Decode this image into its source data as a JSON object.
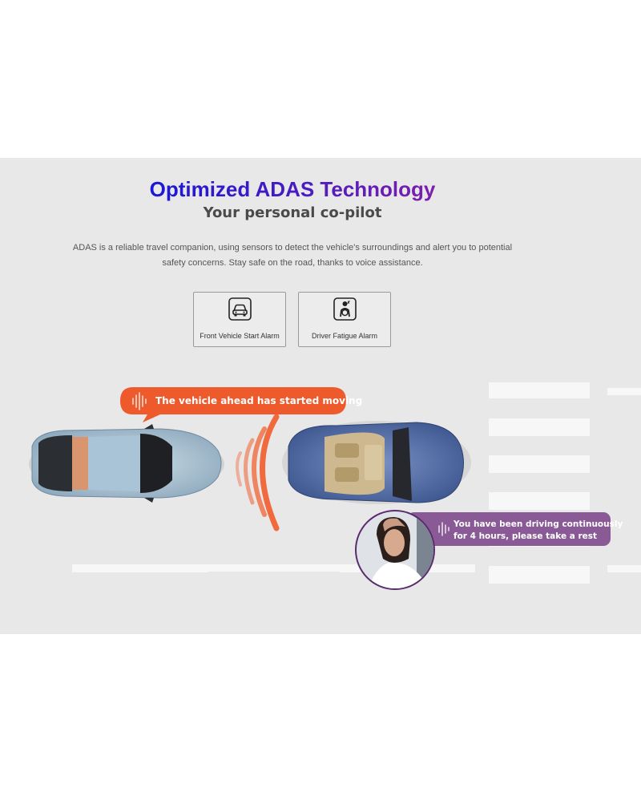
{
  "header": {
    "title": "Optimized ADAS Technology",
    "subtitle": "Your personal co-pilot"
  },
  "description": "ADAS is a reliable travel companion, using sensors to detect the vehicle's surroundings and alert you to potential safety concerns. Stay safe on the road, thanks to voice assistance.",
  "features": [
    {
      "label": "Front Vehicle Start Alarm",
      "icon": "car-front-icon"
    },
    {
      "label": "Driver Fatigue Alarm",
      "icon": "fatigued-driver-icon"
    }
  ],
  "alerts": {
    "front_vehicle": "The vehicle ahead has started moving",
    "fatigue_line1": "You have been driving continuously",
    "fatigue_line2": "for 4 hours, please take a rest"
  },
  "colors": {
    "title_start": "#1a17d6",
    "title_end": "#7d1eae",
    "alert_orange": "#ee5a2c",
    "alert_purple": "#8a5a96"
  }
}
